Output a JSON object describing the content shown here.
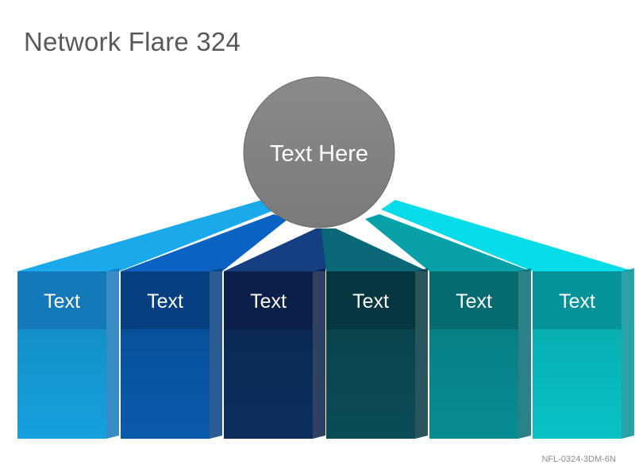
{
  "slide": {
    "title": "Network Flare 324",
    "footer_code": "NFL-0324-3DM-6N"
  },
  "hub": {
    "label": "Text Here",
    "color": "#808080"
  },
  "nodes": [
    {
      "label": "Text",
      "top": "#1479b8",
      "face": "#16a0dd",
      "wedge": "#1aa9ea"
    },
    {
      "label": "Text",
      "top": "#073f80",
      "face": "#0959ab",
      "wedge": "#0a63c3"
    },
    {
      "label": "Text",
      "top": "#0b1f48",
      "face": "#0b2e5e",
      "wedge": "#153f80"
    },
    {
      "label": "Text",
      "top": "#063740",
      "face": "#0a4b55",
      "wedge": "#0a6878"
    },
    {
      "label": "Text",
      "top": "#066b70",
      "face": "#088d93",
      "wedge": "#08a1a8"
    },
    {
      "label": "Text",
      "top": "#059299",
      "face": "#09c2c6",
      "wedge": "#07dce8"
    }
  ]
}
